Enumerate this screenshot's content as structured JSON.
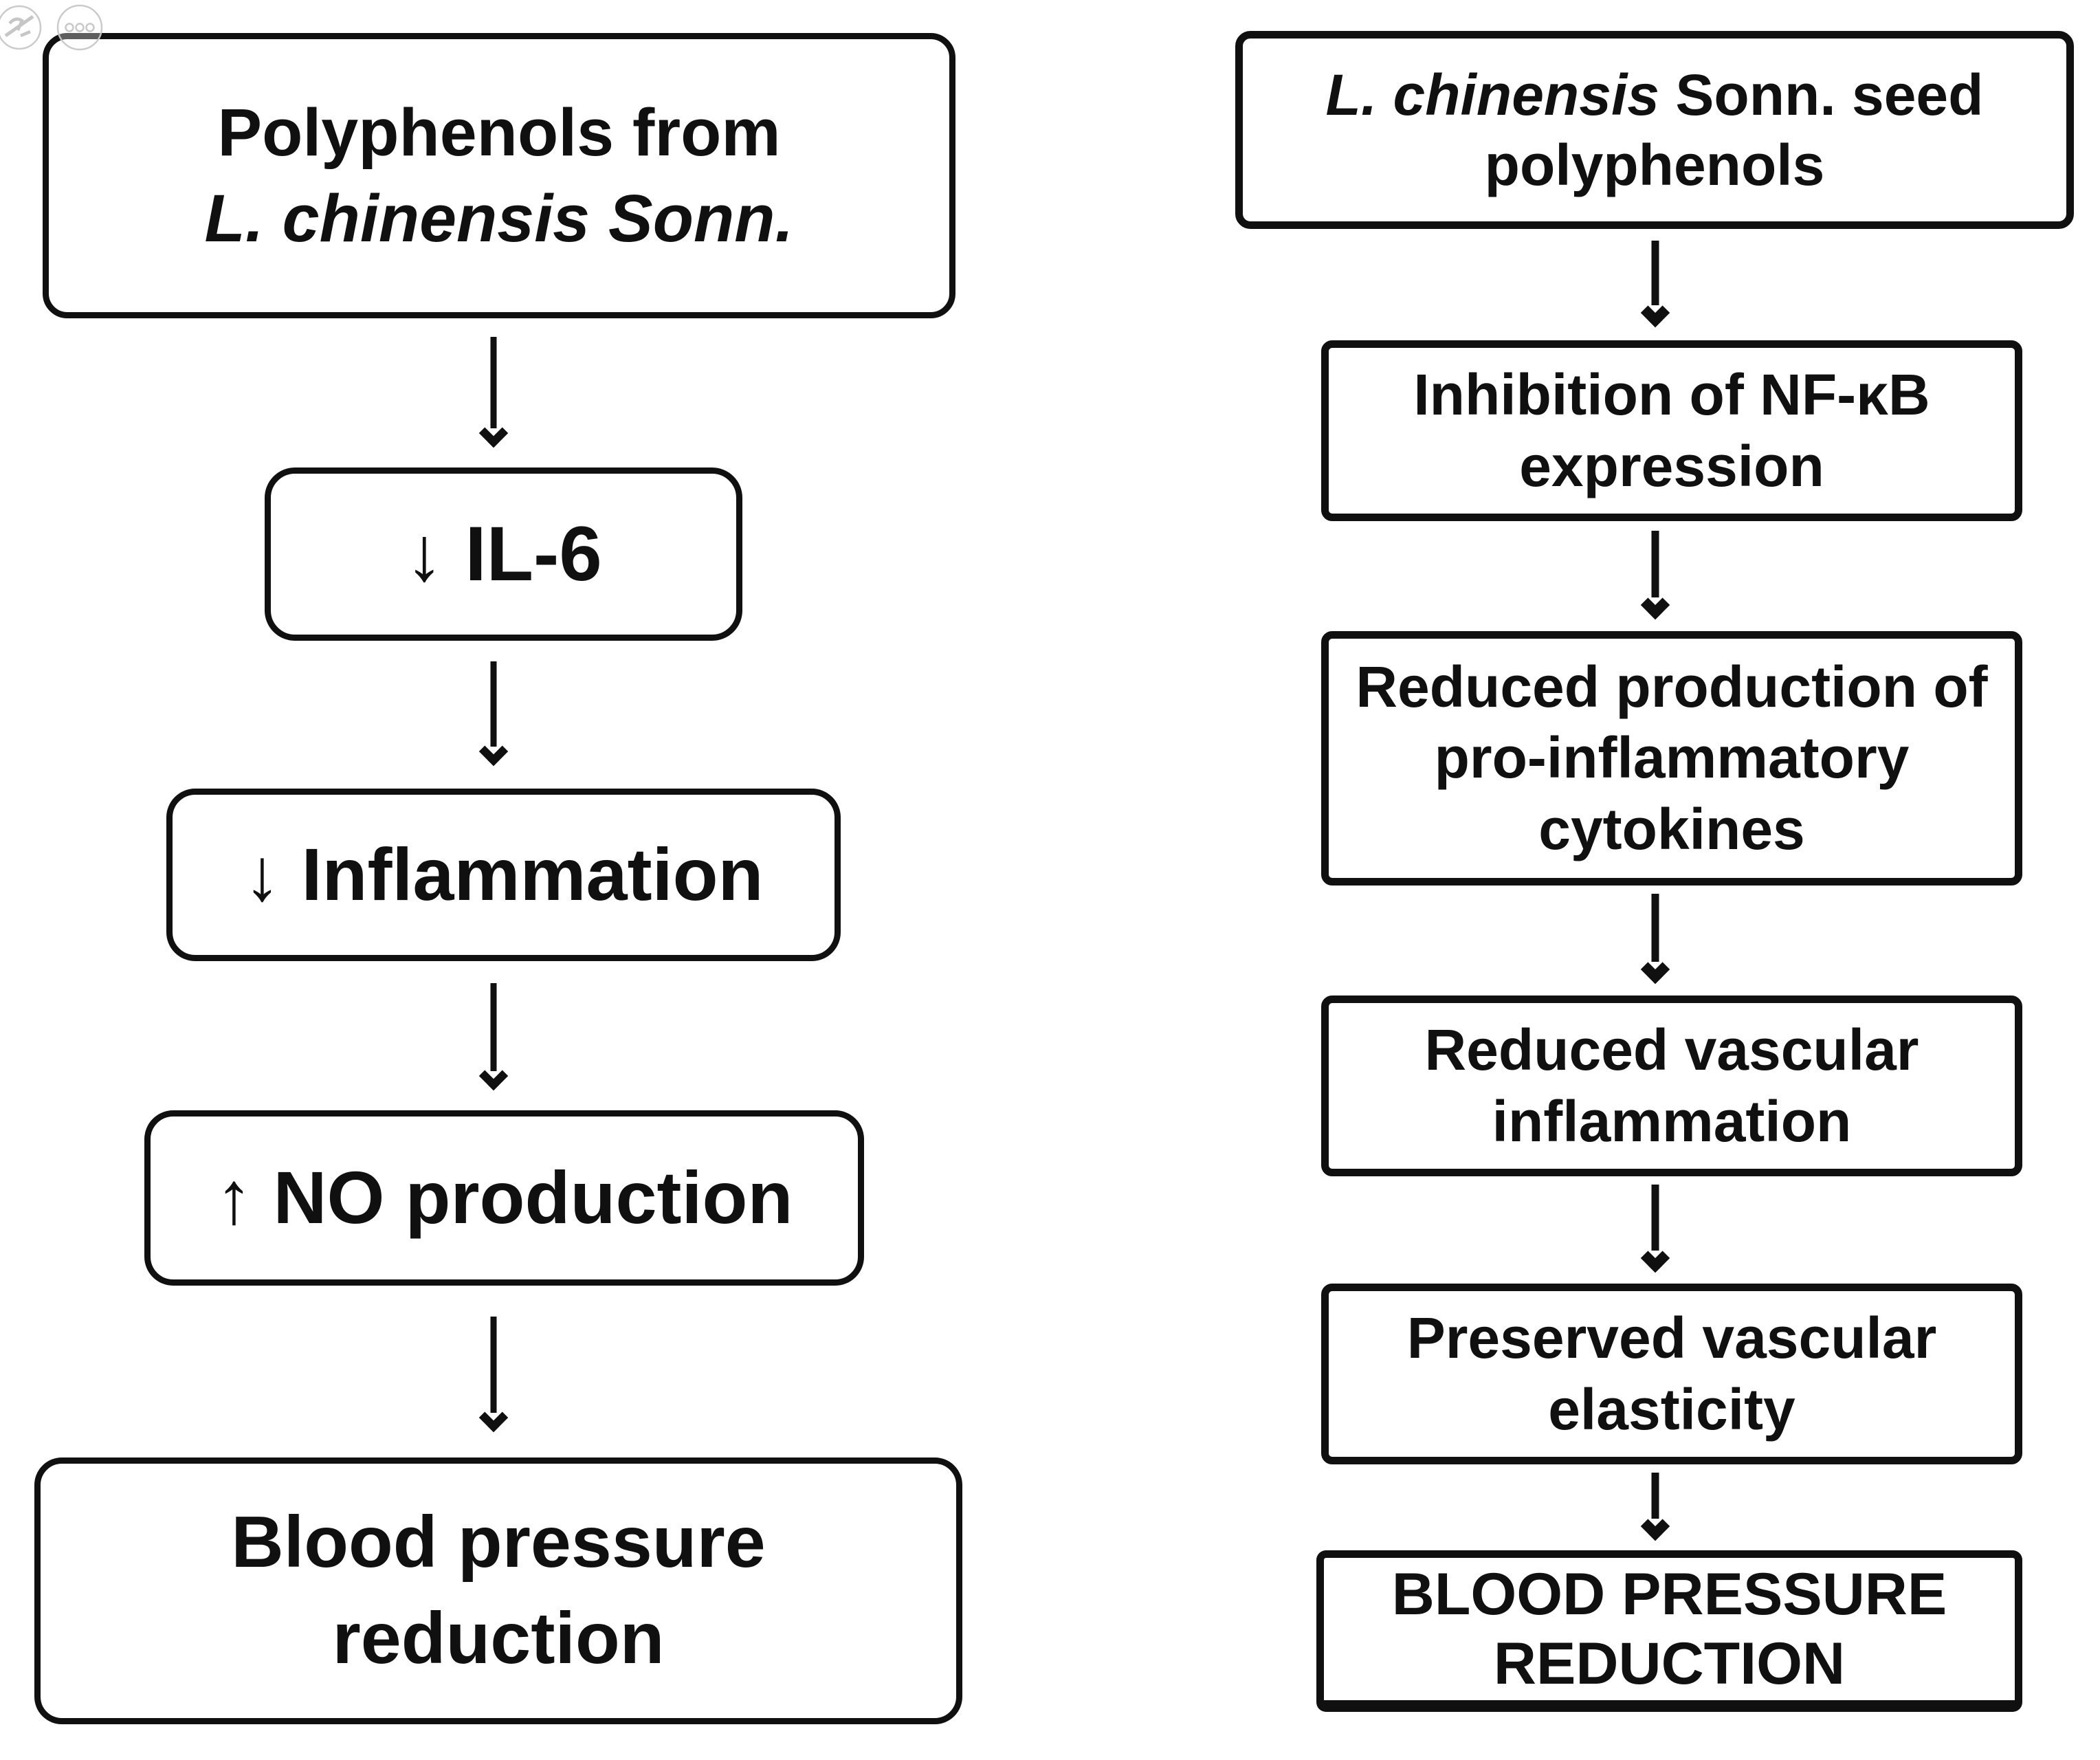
{
  "colors": {
    "ink": "#101010",
    "paper": "#ffffff",
    "watermark": "#c9c9c9"
  },
  "left_flow": {
    "boxes": [
      {
        "lines": [
          "Polyphenols from",
          "L. chinensis Sonn."
        ]
      },
      {
        "lines": [
          "↓ IL-6"
        ]
      },
      {
        "lines": [
          "↓ Inflammation"
        ]
      },
      {
        "lines": [
          "↑ NO production"
        ]
      },
      {
        "lines": [
          "Blood pressure",
          "reduction"
        ]
      }
    ],
    "edges": [
      "polyphenols-source→il6",
      "il6→inflammation",
      "inflammation→no-production",
      "no-production→blood-pressure-reduction"
    ]
  },
  "right_flow": {
    "boxes": [
      {
        "line1_italic": "L. chinensis",
        "line1_rest": " Sonn. seed",
        "line2": "polyphenols"
      },
      {
        "lines": [
          "Inhibition of NF-κB",
          "expression"
        ]
      },
      {
        "lines": [
          "Reduced production of",
          "pro-inflammatory",
          "cytokines"
        ]
      },
      {
        "lines": [
          "Reduced vascular",
          "inflammation"
        ]
      },
      {
        "lines": [
          "Preserved vascular",
          "elasticity"
        ]
      },
      {
        "lines": [
          "BLOOD PRESSURE",
          "REDUCTION"
        ]
      }
    ],
    "edges": [
      "seed-polyphenols→nfkb-inhibition",
      "nfkb-inhibition→cytokine-reduction",
      "cytokine-reduction→vascular-inflammation",
      "vascular-inflammation→vascular-elasticity",
      "vascular-elasticity→blood-pressure-reduction"
    ]
  },
  "watermarks": {
    "icons": [
      "image-slash-icon",
      "ellipsis-icon"
    ]
  }
}
